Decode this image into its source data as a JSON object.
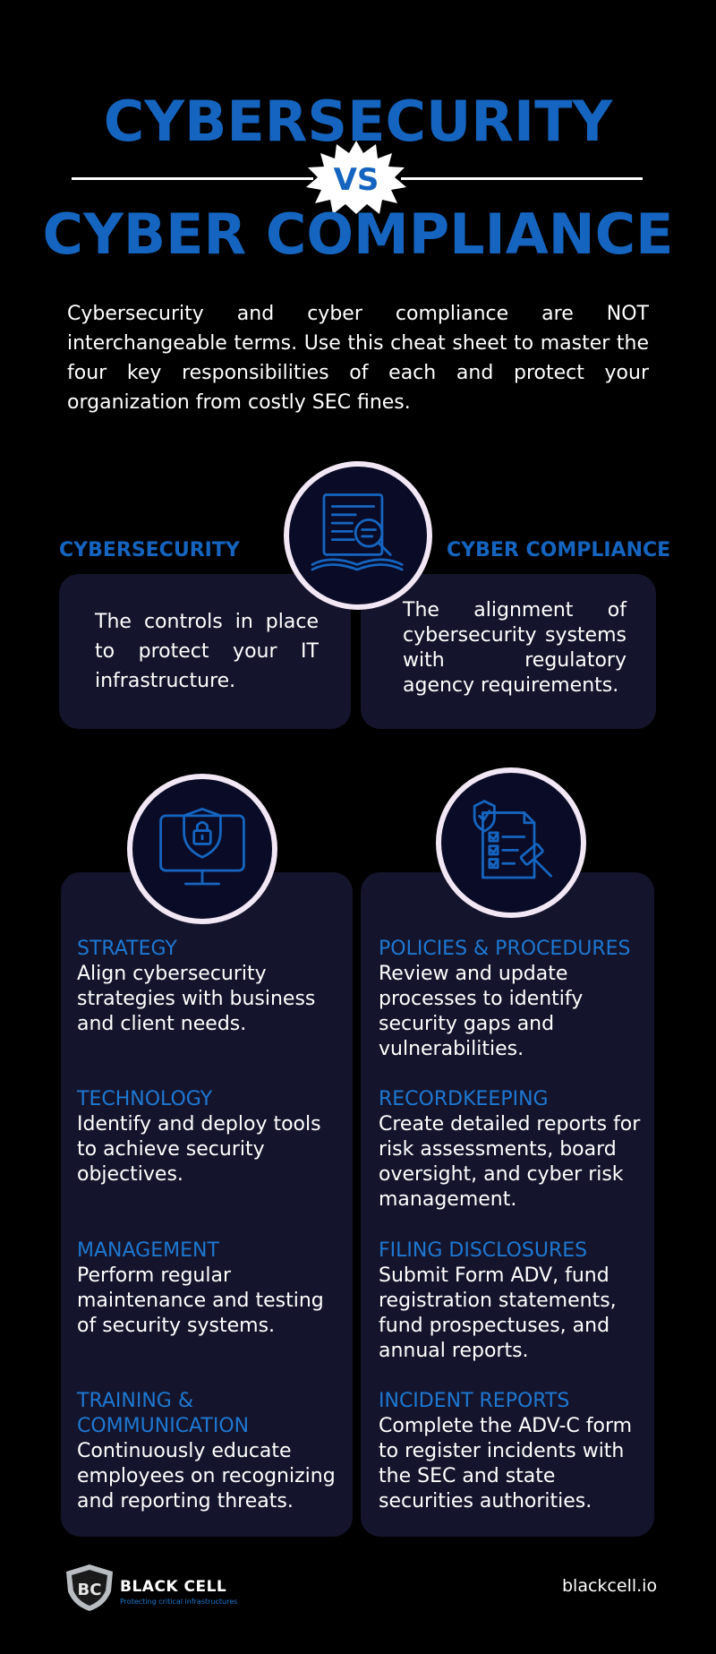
{
  "header": {
    "title_top": "CYBERSECURITY",
    "vs": "VS",
    "title_bottom": "CYBER COMPLIANCE"
  },
  "intro": "Cybersecurity and cyber compliance are NOT interchangeable terms. Use this cheat sheet to master the four key responsibilities of each and protect your organization from costly SEC fines.",
  "definitions": {
    "cybersecurity": {
      "label": "CYBERSECURITY",
      "text": "The controls in place to protect your IT infrastructure."
    },
    "compliance": {
      "label": "CYBER COMPLIANCE",
      "text": "The alignment of cybersecurity systems with regulatory agency requirements."
    }
  },
  "cybersecurity_items": [
    {
      "title": "STRATEGY",
      "body": "Align cybersecurity strategies with business and client needs."
    },
    {
      "title": "TECHNOLOGY",
      "body": "Identify and deploy tools to achieve security objectives."
    },
    {
      "title": "MANAGEMENT",
      "body": "Perform regular maintenance and testing of security systems."
    },
    {
      "title": "TRAINING & COMMUNICATION",
      "body": "Continuously educate employees on recognizing and reporting threats."
    }
  ],
  "compliance_items": [
    {
      "title": "POLICIES & PROCEDURES",
      "body": "Review and update processes to identify security gaps and vulnerabilities."
    },
    {
      "title": "RECORDKEEPING",
      "body": "Create detailed reports for risk assessments, board oversight, and cyber risk management."
    },
    {
      "title": "FILING DISCLOSURES",
      "body": "Submit Form ADV, fund registration statements, fund prospectuses, and annual reports."
    },
    {
      "title": "INCIDENT REPORTS",
      "body": "Complete the ADV-C form to register incidents with the SEC and state securities authorities."
    }
  ],
  "footer": {
    "logo_text": "BC",
    "brand": "BLACK CELL",
    "tagline": "Protecting critical infrastructures",
    "url": "blackcell.io"
  },
  "colors": {
    "background": "#000000",
    "accent_blue": "#1565c0",
    "card": "#14142c",
    "circle_border": "#f1e7f5"
  },
  "icons": [
    "document-search-icon",
    "shield-lock-monitor-icon",
    "checklist-gavel-icon",
    "black-cell-logo-icon"
  ]
}
